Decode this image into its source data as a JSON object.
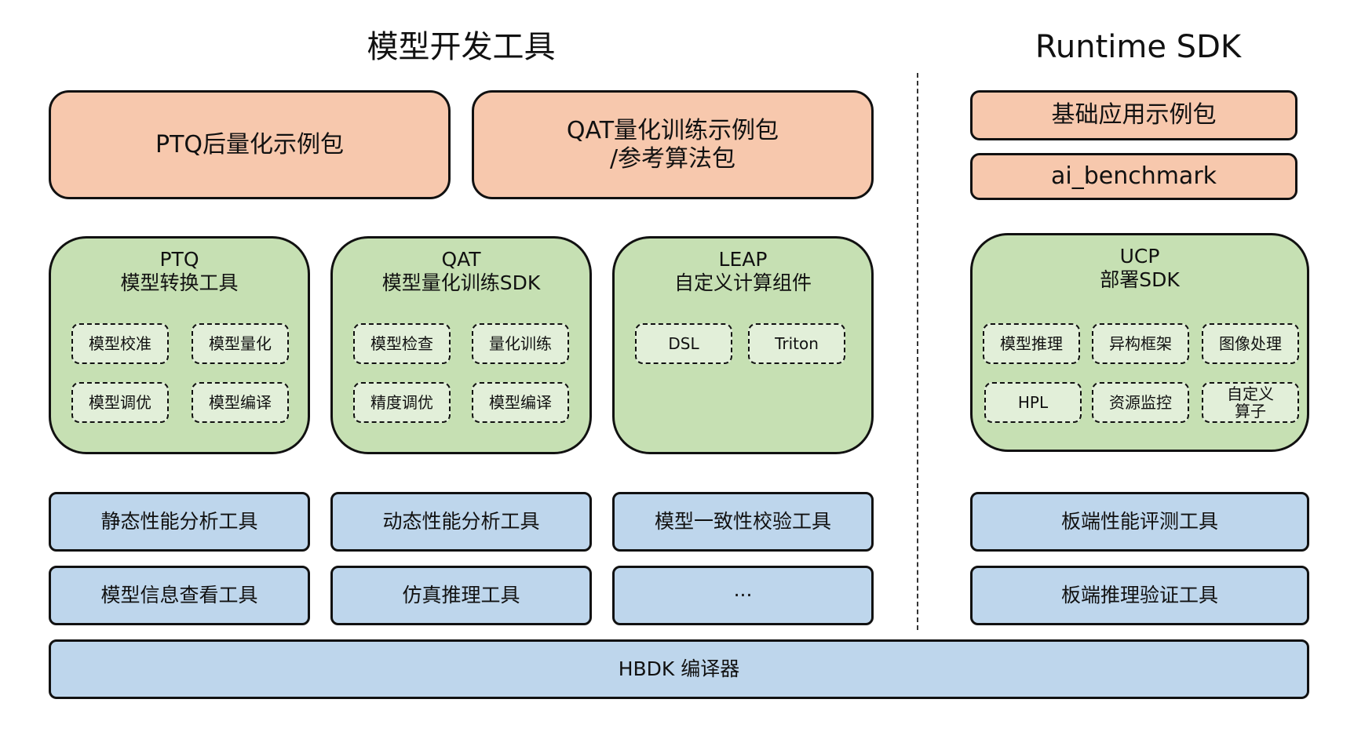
{
  "titles": {
    "left": "模型开发工具",
    "right": "Runtime SDK"
  },
  "packages": {
    "ptq": "PTQ后量化示例包",
    "qat_line1": "QAT量化训练示例包",
    "qat_line2": "/参考算法包",
    "basic": "基础应用示例包",
    "ai_benchmark": "ai_benchmark"
  },
  "groups": {
    "ptq": {
      "title_line1": "PTQ",
      "title_line2": "模型转换工具",
      "chips": [
        "模型校准",
        "模型量化",
        "模型调优",
        "模型编译"
      ]
    },
    "qat": {
      "title_line1": "QAT",
      "title_line2": "模型量化训练SDK",
      "chips": [
        "模型检查",
        "量化训练",
        "精度调优",
        "模型编译"
      ]
    },
    "leap": {
      "title_line1": "LEAP",
      "title_line2": "自定义计算组件",
      "chips": [
        "DSL",
        "Triton"
      ]
    },
    "ucp": {
      "title_line1": "UCP",
      "title_line2": "部署SDK",
      "chips": [
        "模型推理",
        "异构框架",
        "图像处理",
        "HPL",
        "资源监控",
        "自定义",
        "算子"
      ]
    }
  },
  "tools": {
    "static_perf": "静态性能分析工具",
    "dynamic_perf": "动态性能分析工具",
    "consistency": "模型一致性校验工具",
    "board_perf": "板端性能评测工具",
    "model_info": "模型信息查看工具",
    "simulation": "仿真推理工具",
    "more": "···",
    "board_infer": "板端推理验证工具"
  },
  "compiler": "HBDK 编译器"
}
